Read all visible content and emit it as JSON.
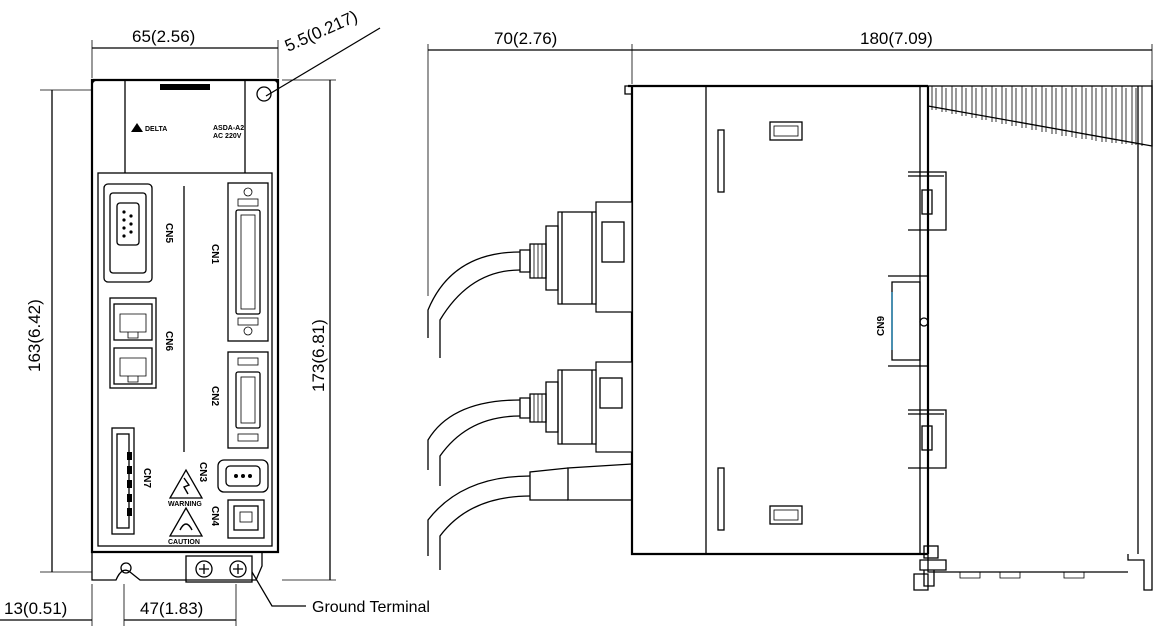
{
  "dimensions": {
    "front_width": "65(2.56)",
    "mount_hole": "5.5(0.217)",
    "front_height_inner": "163(6.42)",
    "front_height_total": "173(6.81)",
    "bottom_offset": "13(0.51)",
    "bottom_width": "47(1.83)",
    "side_connector_depth": "70(2.76)",
    "side_body_depth": "180(7.09)"
  },
  "labels": {
    "ground_terminal": "Ground Terminal",
    "cn1": "CN1",
    "cn2": "CN2",
    "cn3": "CN3",
    "cn4": "CN4",
    "cn5": "CN5",
    "cn6": "CN6",
    "cn7": "CN7",
    "cn9": "CN9",
    "warning": "WARNING",
    "caution": "CAUTION",
    "brand": "DELTA",
    "model": "ASDA-A2",
    "voltage": "AC 220V"
  }
}
